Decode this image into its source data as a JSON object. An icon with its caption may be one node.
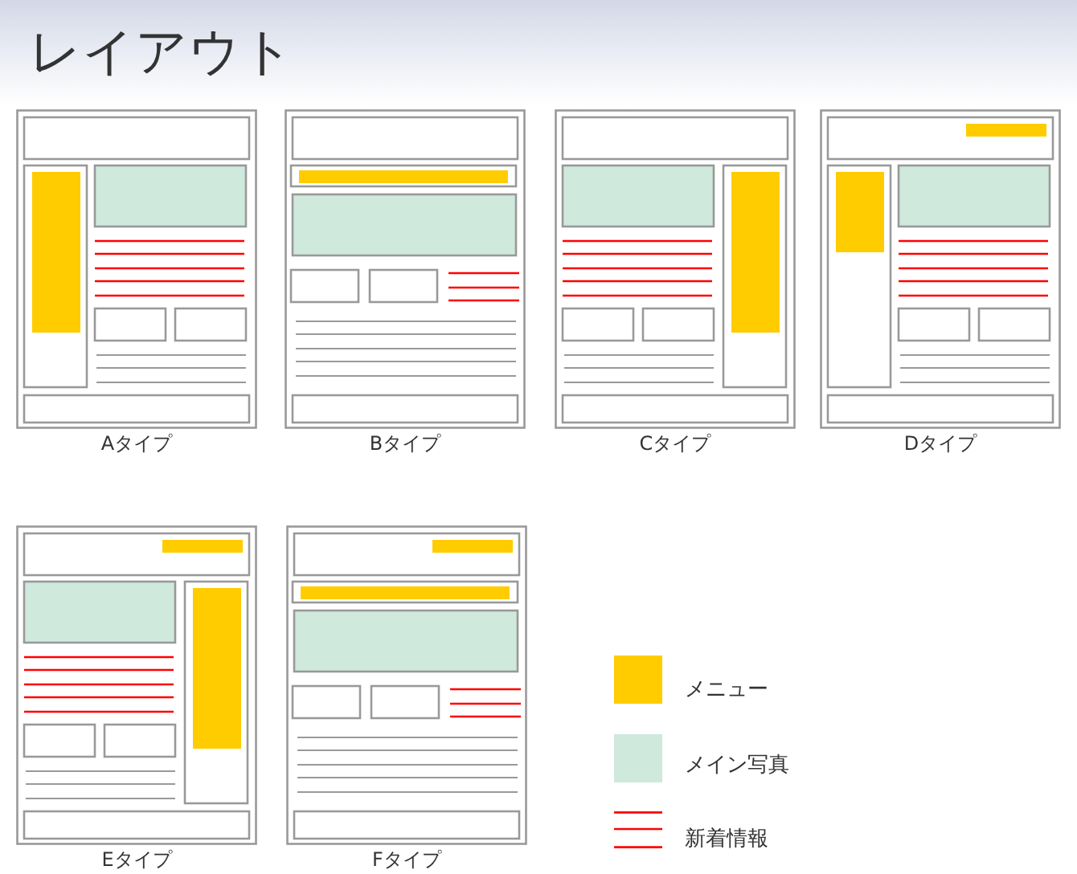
{
  "diagram": {
    "title": "レイアウト",
    "nodes": [
      {
        "text": [
          "Aタイプ"
        ]
      },
      {
        "text": [
          "Bタイプ"
        ]
      },
      {
        "text": [
          "Cタイプ"
        ]
      },
      {
        "text": [
          "Dタイプ"
        ]
      },
      {
        "text": [
          "Eタイプ"
        ]
      },
      {
        "text": [
          "Fタイプ"
        ]
      }
    ],
    "legend": [
      {
        "text": "メニュー",
        "color": "#ffcc00"
      },
      {
        "text": "メイン写真",
        "color": "#cfe9dc"
      },
      {
        "text": "新着情報"
      }
    ]
  }
}
